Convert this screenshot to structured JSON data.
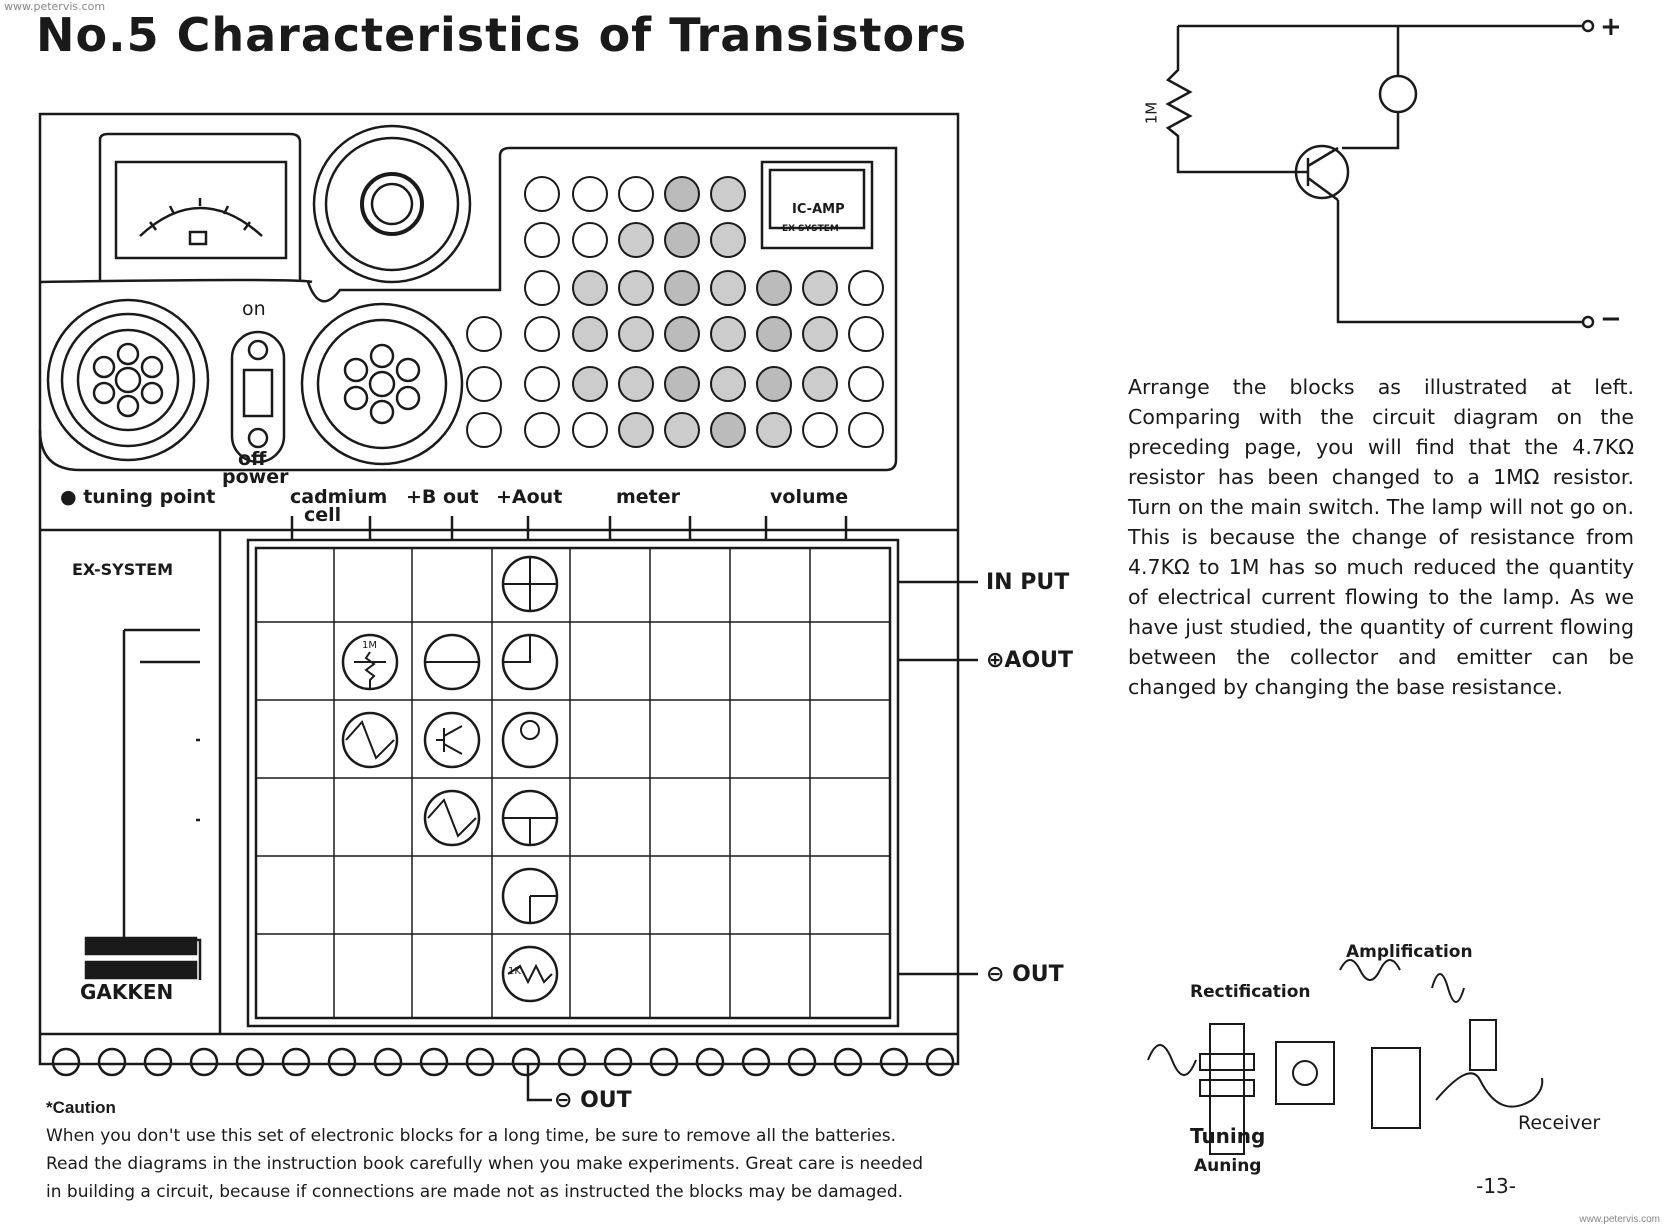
{
  "watermark_top": "www.petervis.com",
  "watermark_bottom": "www.petervis.com",
  "title": "No.5 Characteristics of Transistors",
  "panel": {
    "ic_amp_label": "IC-AMP",
    "ex_system_small": "EX-SYSTEM",
    "switch_on": "on",
    "switch_off": "off",
    "switch_power": "power",
    "tuning_point": "tuning point",
    "top_terminals": {
      "cadmium": "cadmium",
      "cell": "cell",
      "b_out": "+B out",
      "a_out": "+Aout",
      "meter": "meter",
      "volume": "volume"
    },
    "ex_system": "EX-SYSTEM",
    "gakken": "GAKKEN",
    "resistor_1m": "1M",
    "resistor_1k": "1K"
  },
  "ports": {
    "input": "IN PUT",
    "aout": "⊕AOUT",
    "out_right": "⊖ OUT",
    "out_bottom": "⊖ OUT"
  },
  "schematic": {
    "resistor": "1M",
    "plus": "+",
    "minus": "−"
  },
  "paragraph": "Arrange the blocks as illustrated at left. Comparing with the circuit diagram on the preceding page, you will find that the 4.7KΩ resistor has been changed to a 1MΩ resistor. Turn on the main switch. The lamp will not go on. This is because the change of resistance from 4.7KΩ to 1M has so much reduced the quantity of electrical current flowing to the lamp. As we have just studied, the quantity of current flowing between the collector and emitter can be changed by changing the base resistance.",
  "caution": {
    "title": "*Caution",
    "lines": [
      "When you don't use this set of electronic blocks for a long time, be sure to remove all the batteries.",
      "Read the diagrams in the instruction book carefully when you make experiments. Great care is needed",
      "in building a circuit, because if connections are made not as instructed the blocks may be damaged."
    ]
  },
  "illustration": {
    "amplification": "Amplification",
    "rectification": "Rectification",
    "tuning": "Tuning",
    "auning": "Auning",
    "receiver": "Receiver"
  },
  "page_number": "-13-"
}
